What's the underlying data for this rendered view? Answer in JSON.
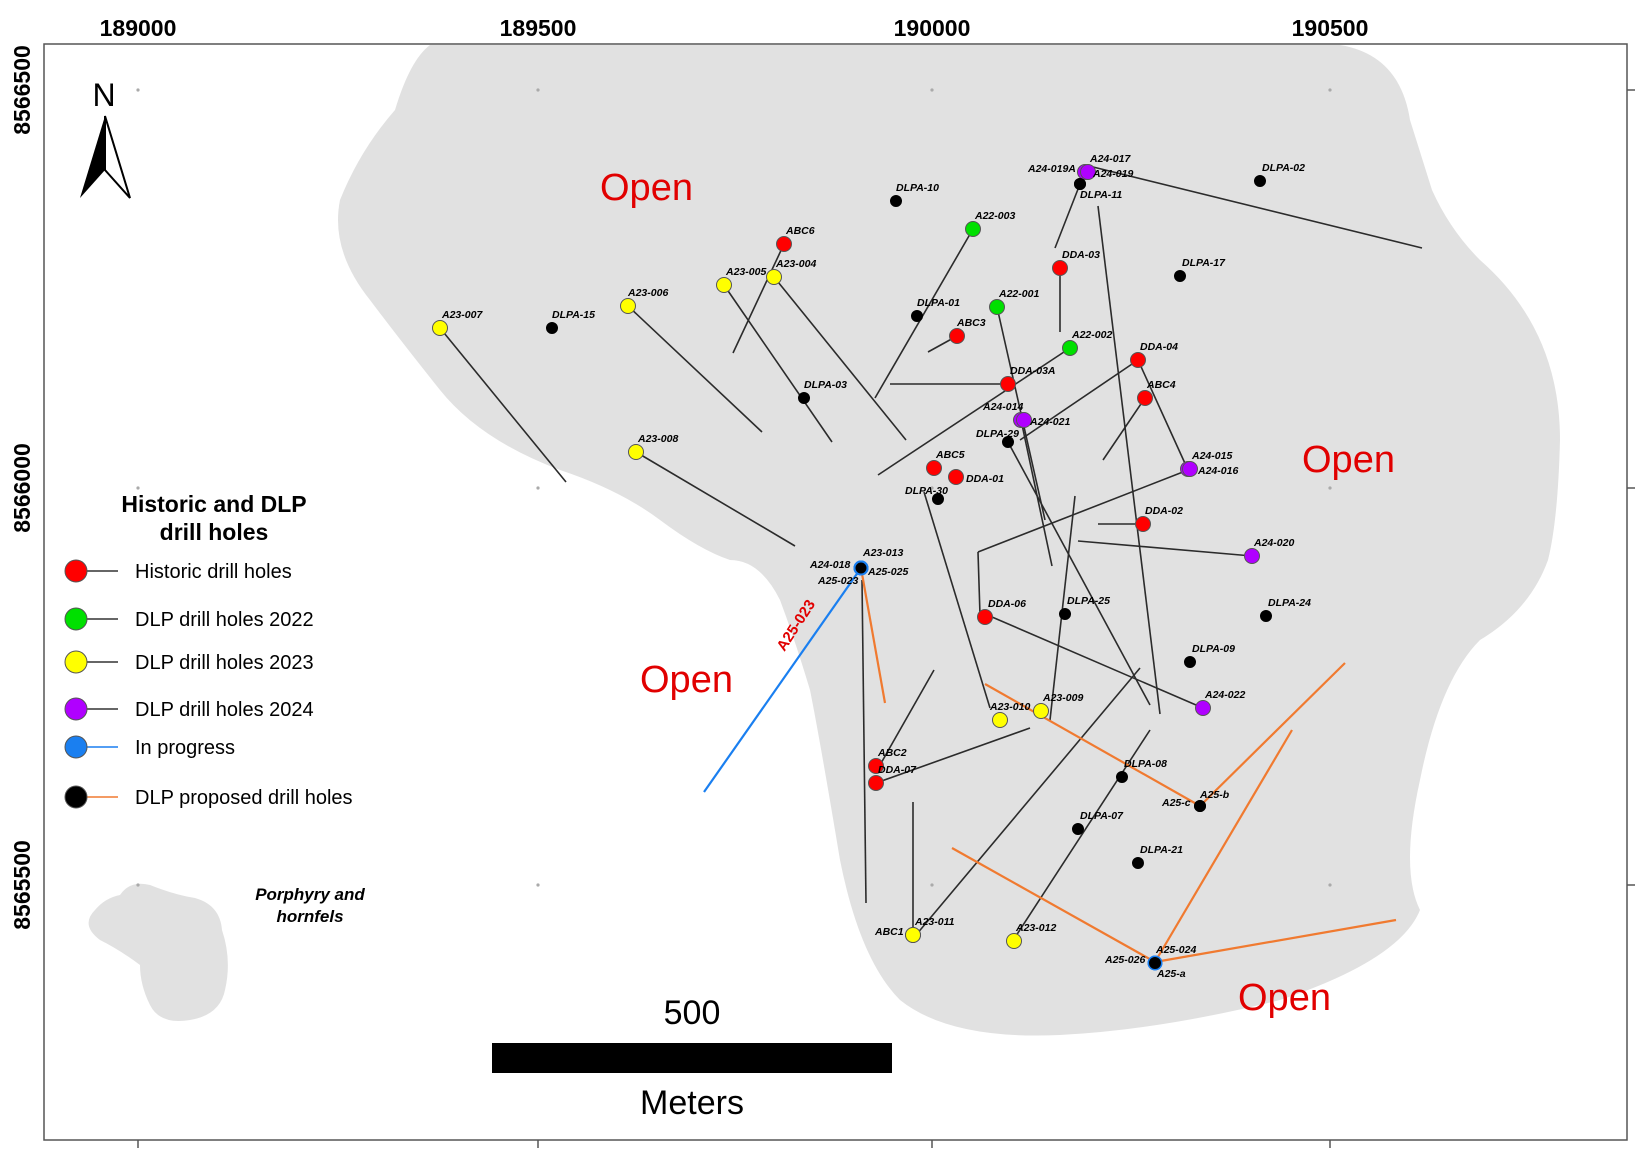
{
  "colors": {
    "historic": "#ff0000",
    "dlp2022": "#00e000",
    "dlp2023": "#ffff00",
    "dlp2024": "#b000ff",
    "in_progress": "#1a7ff0",
    "proposed": "#000000",
    "proposed_line": "#f07a30",
    "open_text": "#e10000",
    "deposit_fill": "#e1e1e1"
  },
  "axes": {
    "x_ticks": [
      "189000",
      "189500",
      "190000",
      "190500"
    ],
    "y_ticks": [
      "8566500",
      "8566000",
      "8565500"
    ]
  },
  "north_arrow": {
    "label": "N"
  },
  "open_labels": [
    "Open",
    "Open",
    "Open",
    "Open"
  ],
  "legend": {
    "title_line1": "Historic and DLP",
    "title_line2": "drill holes",
    "items": [
      {
        "label": "Historic drill holes",
        "color_key": "historic"
      },
      {
        "label": "DLP drill holes 2022",
        "color_key": "dlp2022"
      },
      {
        "label": "DLP drill holes 2023",
        "color_key": "dlp2023"
      },
      {
        "label": "DLP drill holes 2024",
        "color_key": "dlp2024"
      },
      {
        "label": "In progress",
        "color_key": "in_progress"
      },
      {
        "label": "DLP proposed drill holes",
        "color_key": "proposed"
      }
    ]
  },
  "rock_label": {
    "line1": "Porphyry and",
    "line2": "hornfels"
  },
  "scale_bar": {
    "value": "500",
    "unit": "Meters"
  },
  "drill_holes": [
    {
      "name": "A23-007",
      "kind": "dlp2023"
    },
    {
      "name": "DLPA-15",
      "kind": "proposed"
    },
    {
      "name": "A23-006",
      "kind": "dlp2023"
    },
    {
      "name": "A23-005",
      "kind": "dlp2023"
    },
    {
      "name": "A23-004",
      "kind": "dlp2023"
    },
    {
      "name": "ABC6",
      "kind": "historic"
    },
    {
      "name": "DLPA-10",
      "kind": "proposed"
    },
    {
      "name": "A22-003",
      "kind": "dlp2022"
    },
    {
      "name": "A24-019A",
      "kind": "proposed"
    },
    {
      "name": "A24-017",
      "kind": "dlp2024"
    },
    {
      "name": "A24-019",
      "kind": "dlp2024"
    },
    {
      "name": "DLPA-11",
      "kind": "proposed"
    },
    {
      "name": "DLPA-02",
      "kind": "proposed"
    },
    {
      "name": "DDA-03",
      "kind": "historic"
    },
    {
      "name": "DLPA-17",
      "kind": "proposed"
    },
    {
      "name": "A22-001",
      "kind": "dlp2022"
    },
    {
      "name": "DLPA-01",
      "kind": "proposed"
    },
    {
      "name": "ABC3",
      "kind": "historic"
    },
    {
      "name": "A22-002",
      "kind": "dlp2022"
    },
    {
      "name": "DDA-04",
      "kind": "historic"
    },
    {
      "name": "DDA-03A",
      "kind": "historic"
    },
    {
      "name": "DLPA-03",
      "kind": "proposed"
    },
    {
      "name": "ABC4",
      "kind": "historic"
    },
    {
      "name": "A24-014",
      "kind": "dlp2024"
    },
    {
      "name": "A24-021",
      "kind": "dlp2024"
    },
    {
      "name": "DLPA-29",
      "kind": "proposed"
    },
    {
      "name": "A23-008",
      "kind": "dlp2023"
    },
    {
      "name": "ABC5",
      "kind": "historic"
    },
    {
      "name": "DDA-01",
      "kind": "historic"
    },
    {
      "name": "DLPA-30",
      "kind": "proposed"
    },
    {
      "name": "A24-015",
      "kind": "dlp2024"
    },
    {
      "name": "A24-016",
      "kind": "dlp2024"
    },
    {
      "name": "DDA-02",
      "kind": "historic"
    },
    {
      "name": "A24-020",
      "kind": "dlp2024"
    },
    {
      "name": "A24-018",
      "kind": "in_progress"
    },
    {
      "name": "A23-013",
      "kind": "in_progress"
    },
    {
      "name": "A25-023",
      "kind": "in_progress"
    },
    {
      "name": "A25-025",
      "kind": "in_progress"
    },
    {
      "name": "DDA-06",
      "kind": "historic"
    },
    {
      "name": "DLPA-25",
      "kind": "proposed"
    },
    {
      "name": "DLPA-24",
      "kind": "proposed"
    },
    {
      "name": "DLPA-09",
      "kind": "proposed"
    },
    {
      "name": "A23-010",
      "kind": "dlp2023"
    },
    {
      "name": "A23-009",
      "kind": "dlp2023"
    },
    {
      "name": "A24-022",
      "kind": "dlp2024"
    },
    {
      "name": "ABC2",
      "kind": "historic"
    },
    {
      "name": "DDA-07",
      "kind": "historic"
    },
    {
      "name": "DLPA-08",
      "kind": "proposed"
    },
    {
      "name": "A25-c",
      "kind": "proposed"
    },
    {
      "name": "A25-b",
      "kind": "proposed"
    },
    {
      "name": "DLPA-07",
      "kind": "proposed"
    },
    {
      "name": "DLPA-21",
      "kind": "proposed"
    },
    {
      "name": "ABC1",
      "kind": "historic"
    },
    {
      "name": "A23-011",
      "kind": "dlp2023"
    },
    {
      "name": "A23-012",
      "kind": "dlp2023"
    },
    {
      "name": "A25-024",
      "kind": "in_progress"
    },
    {
      "name": "A25-026",
      "kind": "in_progress"
    },
    {
      "name": "A25-a",
      "kind": "proposed"
    }
  ],
  "in_progress_trace_label": "A25-023"
}
